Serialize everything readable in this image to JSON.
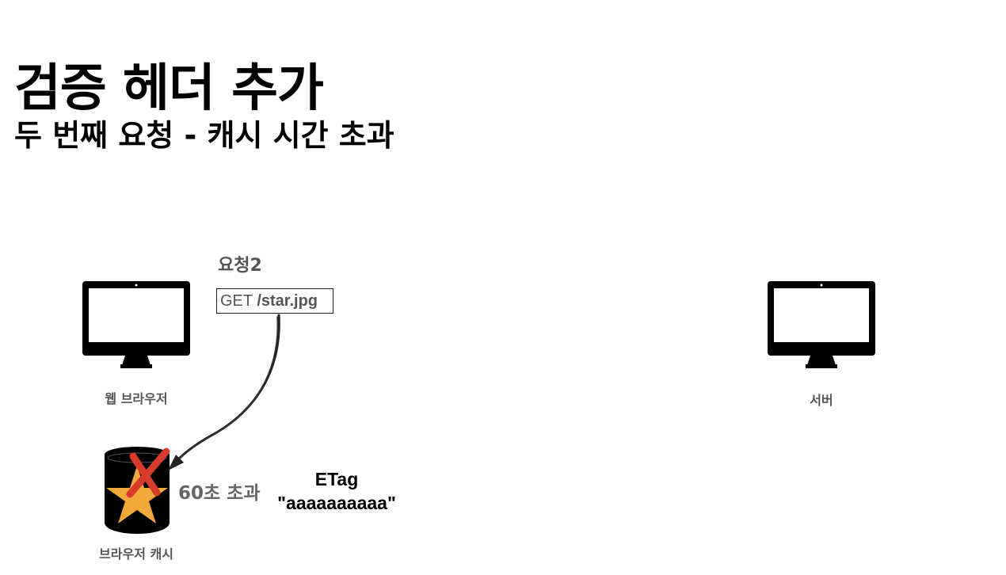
{
  "slide": {
    "title": "검증 헤더 추가",
    "subtitle": "두 번째 요청 - 캐시 시간 초과"
  },
  "request": {
    "label": "요청2",
    "method": "GET",
    "path": "/star.jpg"
  },
  "client": {
    "label": "웹 브라우저",
    "icon": "monitor-icon"
  },
  "server": {
    "label": "서버",
    "icon": "monitor-icon"
  },
  "cache": {
    "label": "브라우저 캐시",
    "icon": "database-star-icon",
    "status_mark": "red-x-icon",
    "expired_text": "60초 초과"
  },
  "etag": {
    "header": "ETag",
    "value": "\"aaaaaaaaaa\""
  },
  "colors": {
    "star": "#f2a93b",
    "x_mark": "#d63b2b",
    "label_gray": "#555555"
  }
}
